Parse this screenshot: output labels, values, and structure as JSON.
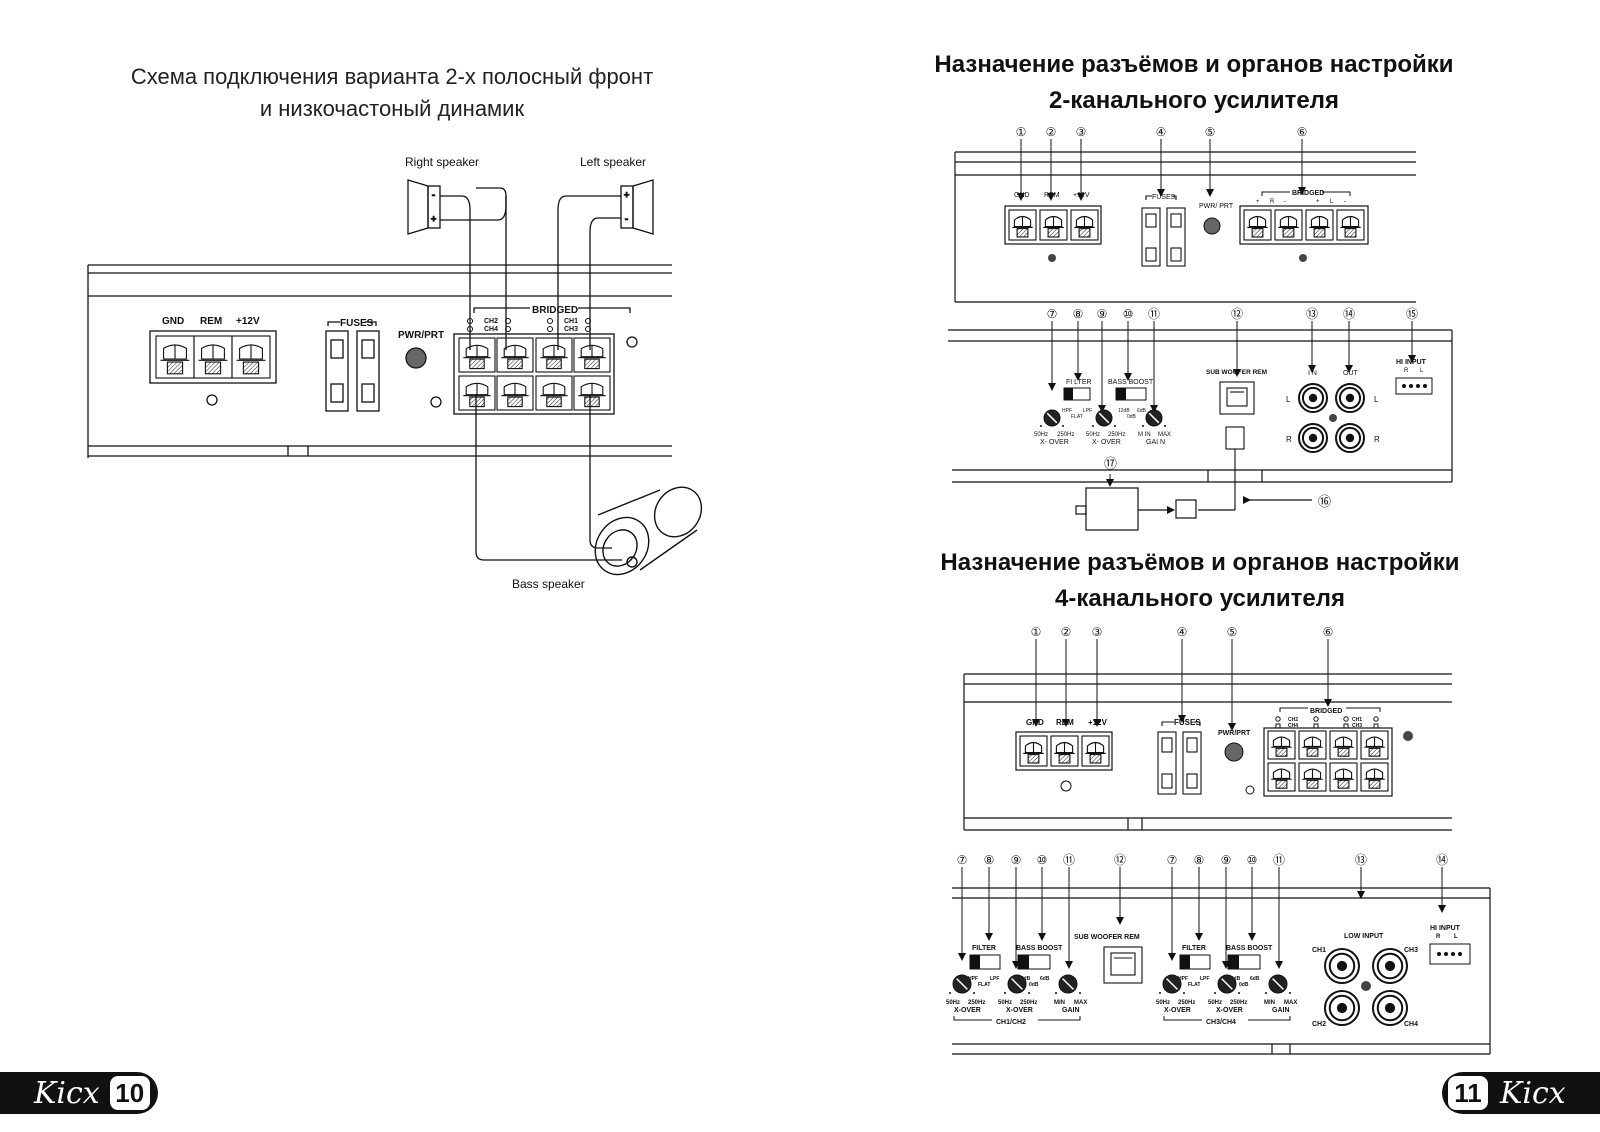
{
  "left_page": {
    "title_line1": "Схема подключения варианта 2-х полосный фронт",
    "title_line2": "и низкочастоный динамик",
    "right_speaker": "Right speaker",
    "left_speaker": "Left speaker",
    "bass_speaker": "Bass speaker",
    "power_labels": [
      "GND",
      "REM",
      "+12V"
    ],
    "fuses": "FUSES",
    "pwr_prt": "PWR/PRT",
    "bridged": "BRIDGED",
    "ch24": [
      "CH2",
      "CH4"
    ],
    "ch13": [
      "CH1",
      "CH3"
    ],
    "page_number": "10",
    "brand": "Kicx"
  },
  "right_page": {
    "title_2ch_line1": "Назначение разъёмов и органов настройки",
    "title_2ch_line2": "2-канального усилителя",
    "title_4ch_line1": "Назначение разъёмов и органов настройки",
    "title_4ch_line2": "4-канального усилителя",
    "page_number": "11",
    "brand": "Kicx",
    "amp2": {
      "top_numbers": [
        "①",
        "②",
        "③",
        "④",
        "⑤",
        "⑥"
      ],
      "power_labels": [
        "GND",
        "REM",
        "+12V"
      ],
      "fuses": "FUSES",
      "pwr_prt": "PWR/ PRT",
      "bridged": "BRIDGED",
      "bridged_signs": [
        "+",
        "R",
        "-",
        "+",
        "L",
        "-"
      ],
      "bottom_numbers": [
        "⑦",
        "⑧",
        "⑨",
        "⑩",
        "⑪",
        "⑫",
        "⑬",
        "⑭",
        "⑮"
      ],
      "filter": "FI LTER",
      "bass_boost": "BASS BOOST",
      "hpf": "HPF",
      "lpf": "LPF",
      "flat": "FLAT",
      "db12": "12dB",
      "db6": "6dB",
      "db0": "0dB",
      "xover_freqs_1": [
        "50Hz",
        "250Hz"
      ],
      "xover_freqs_2": [
        "50Hz",
        "250Hz"
      ],
      "xover1": "X- OVER",
      "xover2": "X- OVER",
      "gain_min": "M IN",
      "gain_max": "MAX",
      "gain": "GAI N",
      "subwoofer_rem": "SUB WOOFER REM",
      "in": "I N",
      "out": "OUT",
      "l": "L",
      "r": "R",
      "hi_input": "HI INPUT",
      "hi_rl": [
        "R",
        "L"
      ],
      "num16": "⑯",
      "num17": "⑰"
    },
    "amp4": {
      "top_numbers": [
        "①",
        "②",
        "③",
        "④",
        "⑤",
        "⑥"
      ],
      "power_labels": [
        "GND",
        "REM",
        "+12V"
      ],
      "fuses": "FUSES",
      "pwr_prt": "PWR/PRT",
      "bridged": "BRIDGED",
      "ch24": [
        "CH2",
        "CH4"
      ],
      "ch13": [
        "CH1",
        "CH3"
      ],
      "bottom_numbers": [
        "⑦",
        "⑧",
        "⑨",
        "⑩",
        "⑪",
        "⑫",
        "⑦",
        "⑧",
        "⑨",
        "⑩",
        "⑪",
        "⑬",
        "⑭"
      ],
      "filter": "FILTER",
      "bass_boost": "BASS BOOST",
      "hpf": "HPF",
      "lpf": "LPF",
      "flat": "FLAT",
      "db12": "12dB",
      "db6": "6dB",
      "db0": "0dB",
      "f50": "50Hz",
      "f250": "250Hz",
      "xover": "X-OVER",
      "min": "MIN",
      "max": "MAX",
      "gain": "GAIN",
      "ch12": "CH1/CH2",
      "ch34": "CH3/CH4",
      "subwoofer_rem": "SUB WOOFER REM",
      "low_input": "LOW INPUT",
      "ch": [
        "CH1",
        "CH2",
        "CH3",
        "CH4"
      ],
      "hi_input": "HI INPUT",
      "hi_rl": [
        "R",
        "L"
      ]
    }
  }
}
